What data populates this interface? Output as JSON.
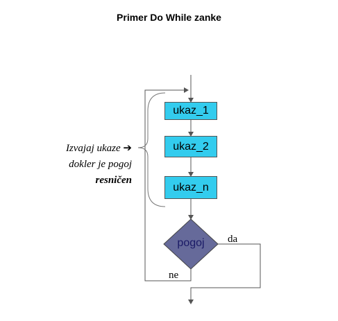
{
  "title": "Primer Do While zanke",
  "statements": [
    "ukaz_1",
    "ukaz_2",
    "ukaz_n"
  ],
  "condition": "pogoj",
  "branch_yes": "da",
  "branch_no": "ne",
  "annotation": {
    "line1": "Izvajaj ukaze",
    "arrow": "➔",
    "line2": "dokler je pogoj",
    "line3": "resničen"
  },
  "colors": {
    "statement_fill": "#33ccee",
    "decision_fill": "#666a9a",
    "decision_text": "#1a1a66",
    "line": "#555555"
  }
}
